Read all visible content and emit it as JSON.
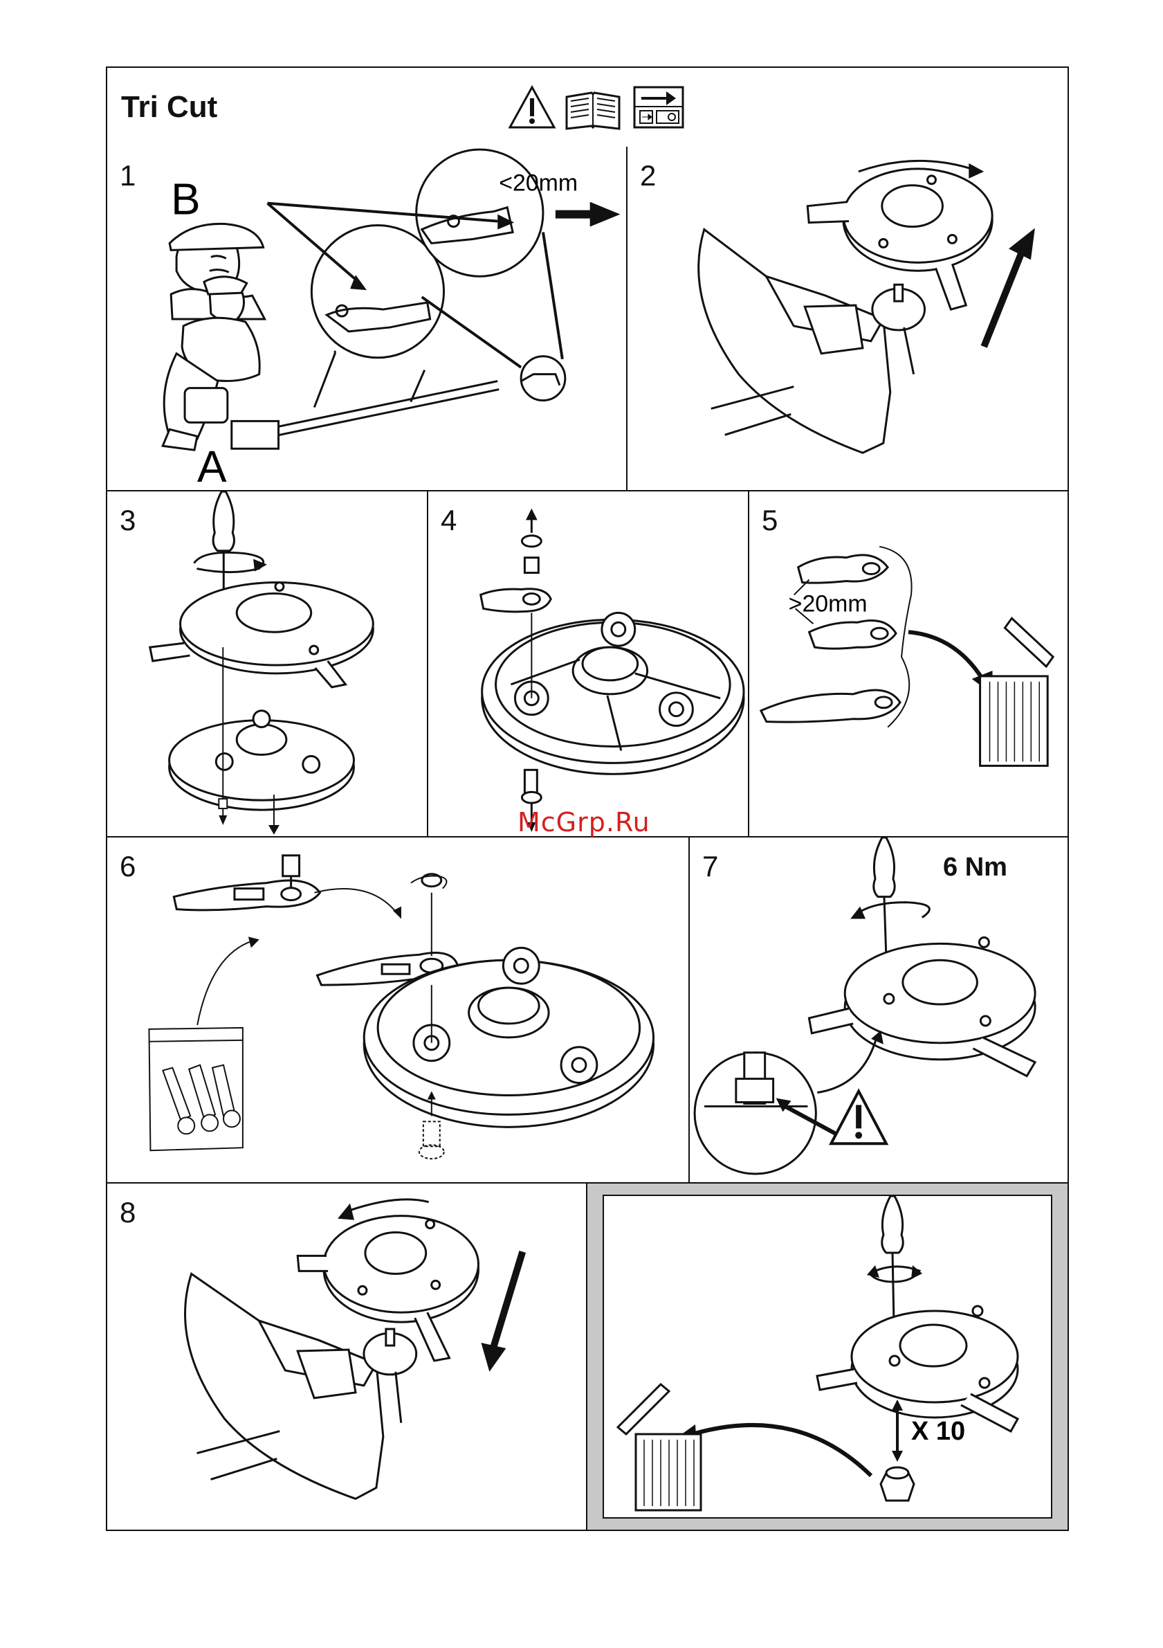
{
  "header": {
    "title": "Tri Cut",
    "icons": [
      "warning-icon",
      "manual-book-icon",
      "instruction-arrow-icon"
    ]
  },
  "panels": [
    {
      "number": "1",
      "labels": {
        "b": "B",
        "a": "A",
        "measure": "<20mm"
      }
    },
    {
      "number": "2"
    },
    {
      "number": "3"
    },
    {
      "number": "4"
    },
    {
      "number": "5",
      "labels": {
        "measure": ">20mm"
      }
    },
    {
      "number": "6"
    },
    {
      "number": "7",
      "labels": {
        "torque": "6 Nm"
      }
    },
    {
      "number": "8"
    },
    {
      "number": "",
      "labels": {
        "repeat": "X 10"
      }
    }
  ],
  "watermark": "McGrp.Ru",
  "colors": {
    "line": "#111111",
    "panel_grey": "#c8c8c8",
    "watermark": "#d42020"
  }
}
